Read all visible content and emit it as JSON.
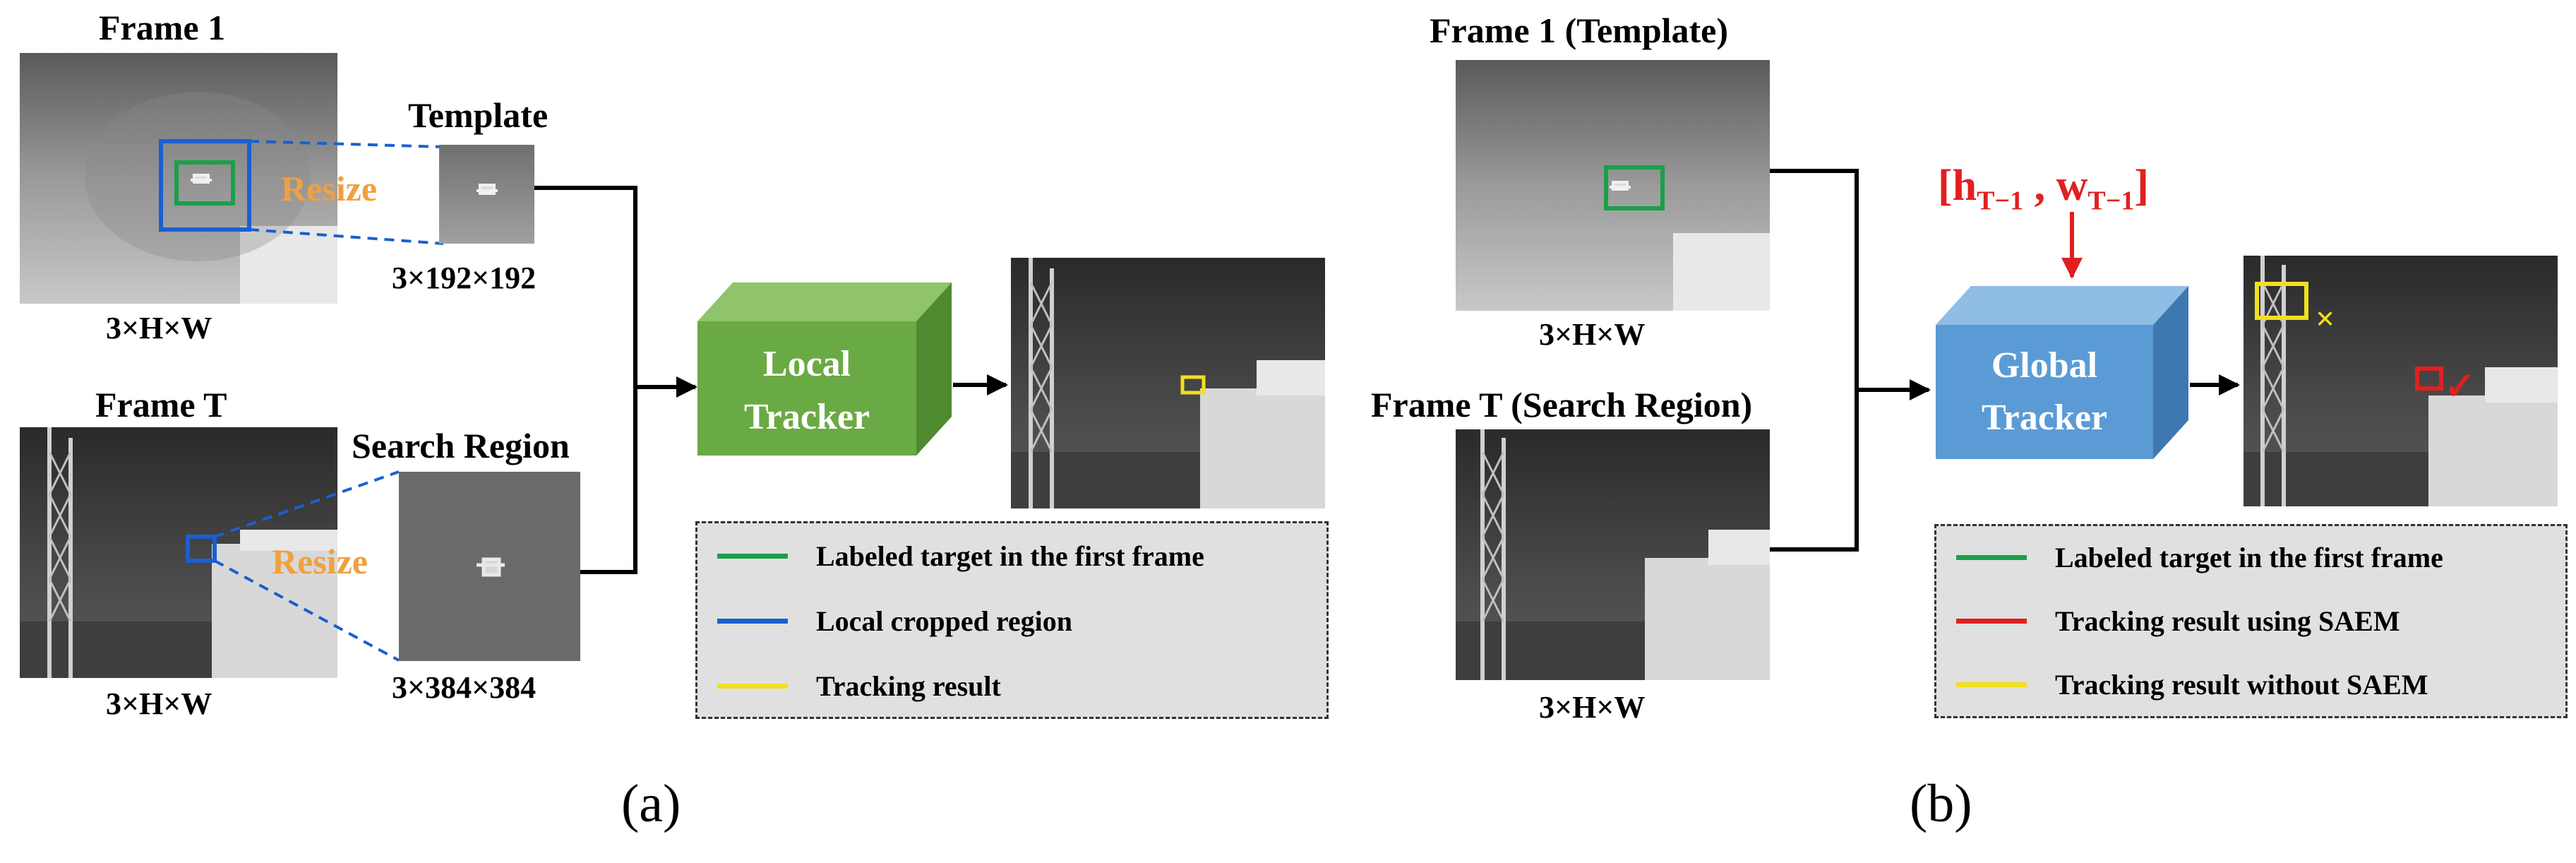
{
  "panel_a": {
    "frame1_label": "Frame 1",
    "frame1_dims": "3×H×W",
    "resize_label_top": "Resize",
    "template_label": "Template",
    "template_dims": "3×192×192",
    "frameT_label": "Frame T",
    "frameT_dims": "3×H×W",
    "resize_label_bottom": "Resize",
    "search_label": "Search Region",
    "search_dims": "3×384×384",
    "tracker_line1": "Local",
    "tracker_line2": "Tracker",
    "legend": [
      {
        "text": "Labeled target in the first frame",
        "color": "#1aa04a"
      },
      {
        "text": "Local cropped region",
        "color": "#1a5fd0"
      },
      {
        "text": "Tracking result",
        "color": "#f0e020"
      }
    ],
    "caption": "(a)"
  },
  "panel_b": {
    "frame1_label": "Frame 1 (Template)",
    "frame1_dims": "3×H×W",
    "frameT_label": "Frame T (Search Region)",
    "frameT_dims": "3×H×W",
    "formula_open": "[h",
    "formula_sub1": "T−1",
    "formula_mid": " , w",
    "formula_sub2": "T−1",
    "formula_close": "]",
    "tracker_line1": "Global",
    "tracker_line2": "Tracker",
    "wrong_mark": "×",
    "right_mark": "✓",
    "legend": [
      {
        "text": "Labeled target in the first frame",
        "color": "#1aa04a"
      },
      {
        "text": "Tracking result using SAEM",
        "color": "#e02020"
      },
      {
        "text": "Tracking result without SAEM",
        "color": "#f0e020"
      }
    ],
    "caption": "(b)"
  },
  "colors": {
    "green_box": "#1aa04a",
    "blue_box": "#1a5fd0",
    "yellow_box": "#f0e020",
    "red_box": "#e02020",
    "local_tracker": "#6aaa44",
    "global_tracker": "#5b9bd5"
  }
}
